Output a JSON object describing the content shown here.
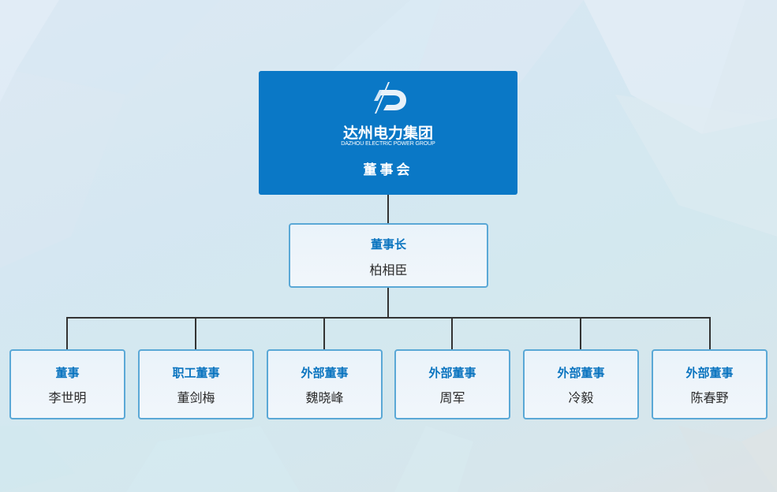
{
  "organization": {
    "name_cn": "达州电力集团",
    "name_en": "DAZHOU ELECTRIC POWER GROUP",
    "logo_icon": "lightning-d-logo-icon"
  },
  "board": {
    "title": "董事会"
  },
  "chairman": {
    "role": "董事长",
    "name": "柏相臣"
  },
  "directors": [
    {
      "role": "董事",
      "name": "李世明"
    },
    {
      "role": "职工董事",
      "name": "董剑梅"
    },
    {
      "role": "外部董事",
      "name": "魏晓峰"
    },
    {
      "role": "外部董事",
      "name": "周军"
    },
    {
      "role": "外部董事",
      "name": "冷毅"
    },
    {
      "role": "外部董事",
      "name": "陈春野"
    }
  ],
  "colors": {
    "brand_blue": "#0a78c6",
    "role_text": "#0a74bf",
    "node_border": "#5aa8d6",
    "connector": "#333333"
  }
}
